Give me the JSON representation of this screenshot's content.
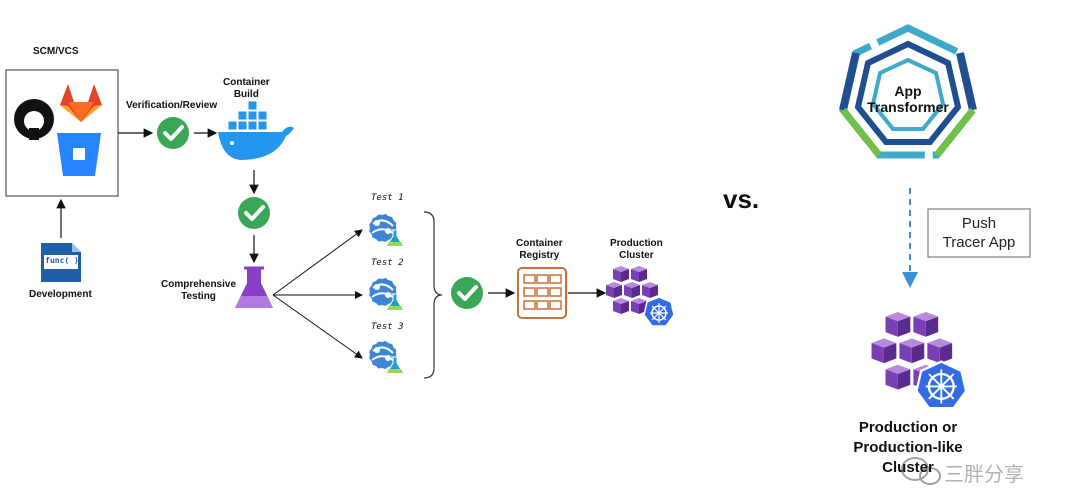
{
  "pipeline": {
    "scm_label": "SCM/VCS",
    "verification_label": "Verification/Review",
    "container_build_label": "Container\nBuild",
    "development_label": "Development",
    "func_text": "func( )",
    "comprehensive_testing_label": "Comprehensive\nTesting",
    "tests": [
      "Test 1",
      "Test 2",
      "Test 3"
    ],
    "container_registry_label": "Container\nRegistry",
    "production_cluster_label": "Production\nCluster"
  },
  "vs_label": "vs.",
  "app_transformer": {
    "title": "App\nTransformer",
    "push_box": "Push\nTracer App",
    "cluster_label": "Production or\nProduction-like\nCluster"
  },
  "watermark": "三胖分享",
  "colors": {
    "check_green": "#3aa757",
    "docker_blue": "#2496ed",
    "flask_purple": "#8a3fc7",
    "registry_orange": "#c8703a",
    "k8s_blue": "#326ce5",
    "heptagon_teal": "#3fa9c9",
    "heptagon_navy": "#1f4f8f",
    "heptagon_green": "#6fbf4a",
    "dashed_arrow": "#3a8fd8"
  }
}
